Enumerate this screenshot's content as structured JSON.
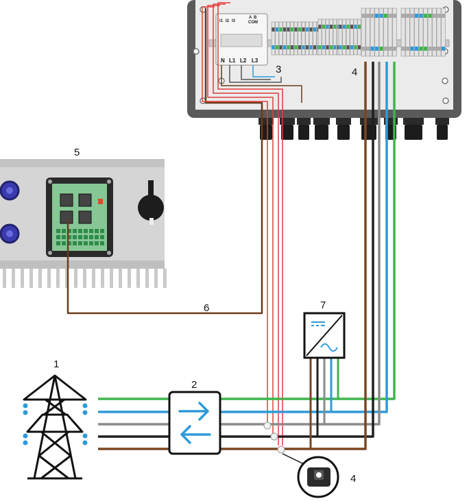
{
  "callouts": {
    "pylon": "1",
    "bidirectional_meter": "2",
    "energy_meter": "3",
    "current_transformer_terminals": "4",
    "inverter": "5",
    "communication_cable": "6",
    "dc_ac_converter": "7",
    "current_transformer_clamp": "4"
  },
  "meter_labels": {
    "top": [
      "I1",
      "I2",
      "I3",
      "A",
      "B",
      "COM"
    ],
    "bottom": [
      "N",
      "L1",
      "L2",
      "L3"
    ]
  },
  "colors": {
    "green": "#3fb54a",
    "blue": "#2f9ad8",
    "gray": "#8a8a8a",
    "black": "#1f1f1f",
    "brown": "#7a4620",
    "red": "#e33b3b",
    "comm_brown": "#6b3a1c",
    "cabinet": "#e9e9e9",
    "cabinet_frame": "#555555",
    "inverter_body": "#d3d3d3",
    "pcb_green": "#7ac08a"
  }
}
